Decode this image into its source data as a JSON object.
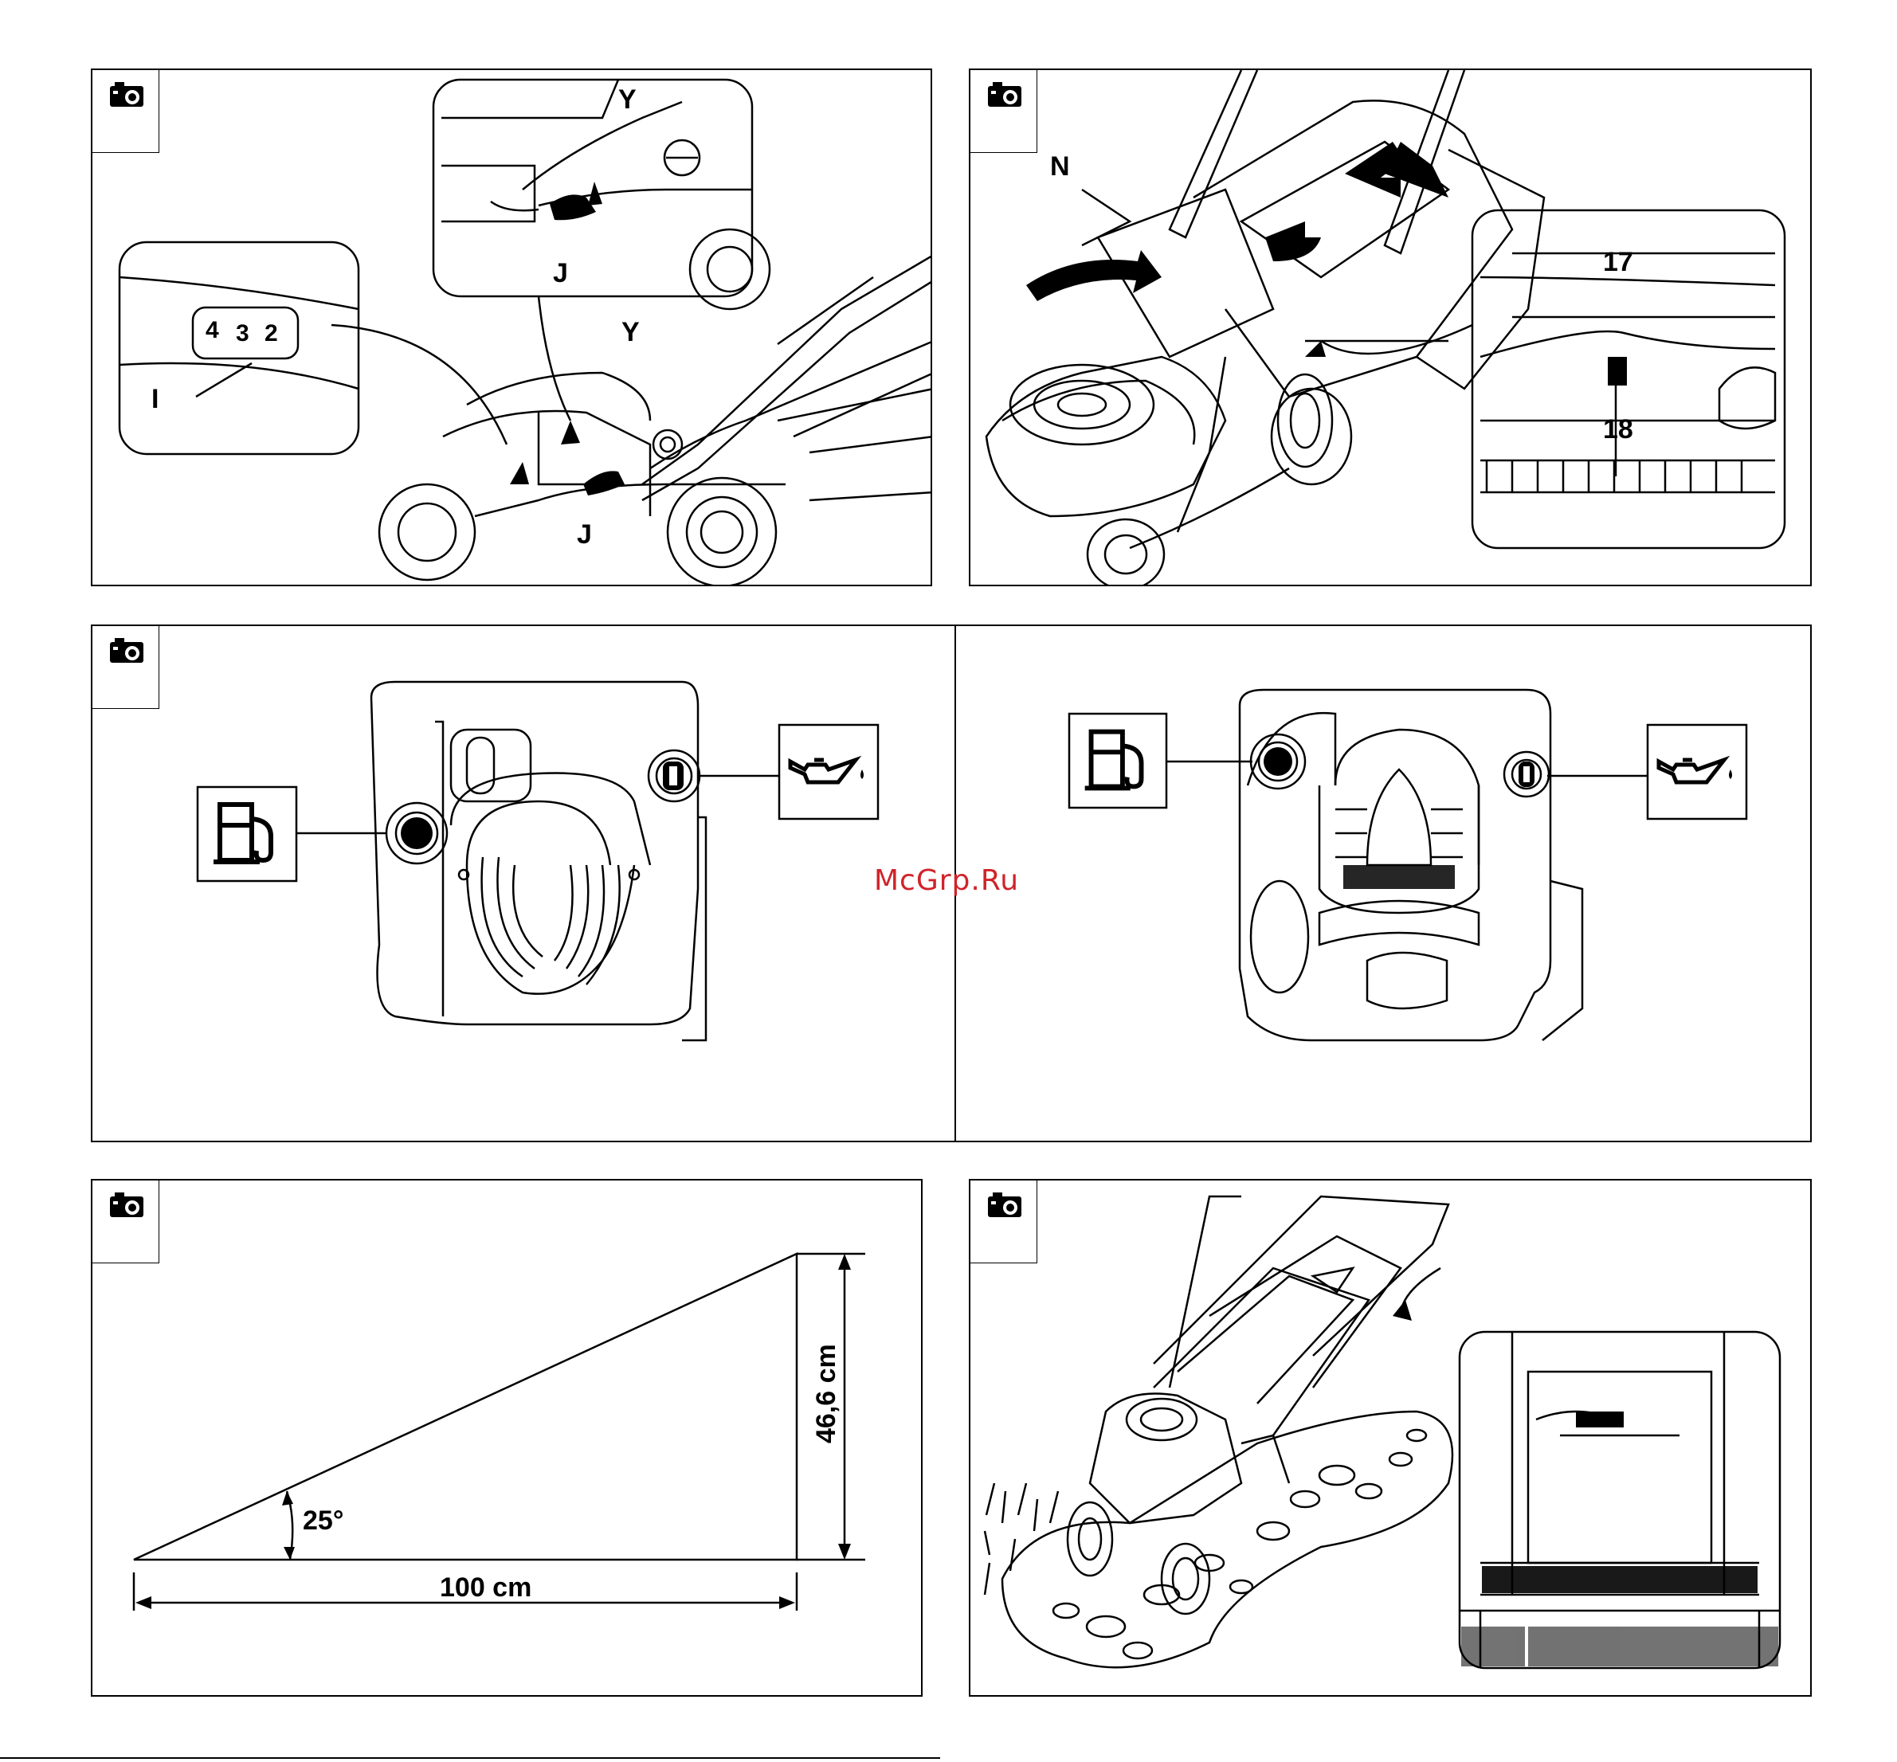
{
  "watermark": "McGrp.Ru",
  "panel1": {
    "labels": {
      "y_top": "Y",
      "j_top": "J",
      "y_main": "Y",
      "j_main": "J",
      "i": "I",
      "gear_4": "4",
      "gear_3": "3",
      "gear_2": "2"
    }
  },
  "panel2": {
    "labels": {
      "n": "N",
      "num_17": "17",
      "num_18": "18"
    }
  },
  "panel5": {
    "labels": {
      "angle": "25°",
      "height": "46,6 cm",
      "width": "100 cm"
    }
  },
  "icons": [
    "camera-icon",
    "fuel-pump-icon",
    "oil-can-icon"
  ],
  "colors": {
    "ink": "#000000",
    "watermark": "#d0232a",
    "fill_dark": "#1a1a1a"
  }
}
